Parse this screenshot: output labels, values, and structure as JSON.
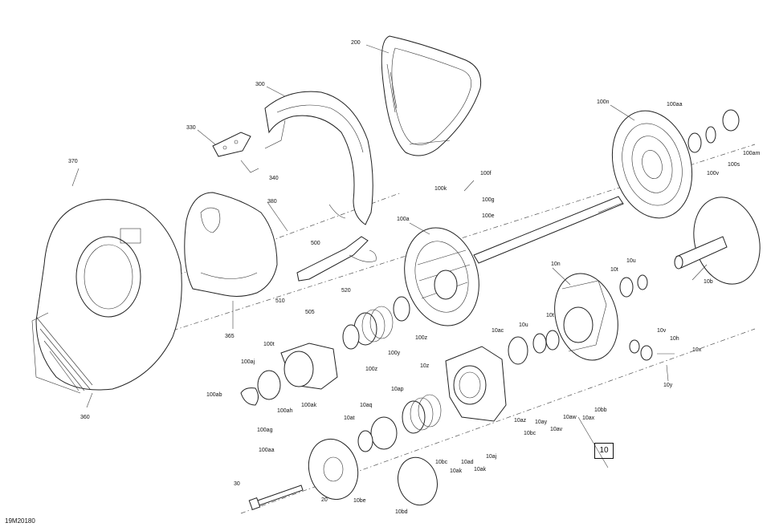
{
  "drawing": {
    "number": "19M20180",
    "group": "10"
  },
  "callouts": [
    {
      "id": "200",
      "text": "200"
    },
    {
      "id": "300",
      "text": "300"
    },
    {
      "id": "330",
      "text": "330"
    },
    {
      "id": "340",
      "text": "340"
    },
    {
      "id": "370",
      "text": "370"
    },
    {
      "id": "380",
      "text": "380"
    },
    {
      "id": "360",
      "text": "360"
    },
    {
      "id": "365",
      "text": "365"
    },
    {
      "id": "500",
      "text": "500"
    },
    {
      "id": "510",
      "text": "510"
    },
    {
      "id": "505",
      "text": "505"
    },
    {
      "id": "520",
      "text": "520"
    },
    {
      "id": "100n",
      "text": "100n"
    },
    {
      "id": "100aa",
      "text": "100aa"
    },
    {
      "id": "100am",
      "text": "100am"
    },
    {
      "id": "100v",
      "text": "100v"
    },
    {
      "id": "100s",
      "text": "100s"
    },
    {
      "id": "100f",
      "text": "100f"
    },
    {
      "id": "100k",
      "text": "100k"
    },
    {
      "id": "100g",
      "text": "100g"
    },
    {
      "id": "100e",
      "text": "100e"
    },
    {
      "id": "100a",
      "text": "100a"
    },
    {
      "id": "10b",
      "text": "10b"
    },
    {
      "id": "10u",
      "text": "10u"
    },
    {
      "id": "10t-right",
      "text": "10t"
    },
    {
      "id": "10n",
      "text": "10n"
    },
    {
      "id": "10ac",
      "text": "10ac"
    },
    {
      "id": "10u-mid",
      "text": "10u"
    },
    {
      "id": "10t-mid",
      "text": "10t"
    },
    {
      "id": "10v",
      "text": "10v"
    },
    {
      "id": "10h",
      "text": "10h"
    },
    {
      "id": "10x",
      "text": "10x"
    },
    {
      "id": "10y",
      "text": "10y"
    },
    {
      "id": "100t",
      "text": "100t"
    },
    {
      "id": "100y",
      "text": "100y"
    },
    {
      "id": "100z-right",
      "text": "100z"
    },
    {
      "id": "100z-left",
      "text": "100z"
    },
    {
      "id": "100aj",
      "text": "100aj"
    },
    {
      "id": "100ab",
      "text": "100ab"
    },
    {
      "id": "100ak",
      "text": "100ak"
    },
    {
      "id": "100ah",
      "text": "100ah"
    },
    {
      "id": "100ag",
      "text": "100ag"
    },
    {
      "id": "10z",
      "text": "10z"
    },
    {
      "id": "10ap",
      "text": "10ap"
    },
    {
      "id": "10aq",
      "text": "10aq"
    },
    {
      "id": "10at",
      "text": "10at"
    },
    {
      "id": "10az",
      "text": "10az"
    },
    {
      "id": "10bc-top",
      "text": "10bc"
    },
    {
      "id": "10ay",
      "text": "10ay"
    },
    {
      "id": "10av",
      "text": "10av"
    },
    {
      "id": "10aw",
      "text": "10aw"
    },
    {
      "id": "10ax",
      "text": "10ax"
    },
    {
      "id": "10bb",
      "text": "10bb"
    },
    {
      "id": "100aa-bottom",
      "text": "100aa"
    },
    {
      "id": "10bc-bottom",
      "text": "10bc"
    },
    {
      "id": "10ad",
      "text": "10ad"
    },
    {
      "id": "10aj",
      "text": "10aj"
    },
    {
      "id": "10ak-a",
      "text": "10ak"
    },
    {
      "id": "10ak-b",
      "text": "10ak"
    },
    {
      "id": "30",
      "text": "30"
    },
    {
      "id": "20",
      "text": "20"
    },
    {
      "id": "10be",
      "text": "10be"
    },
    {
      "id": "10bd",
      "text": "10bd"
    }
  ]
}
